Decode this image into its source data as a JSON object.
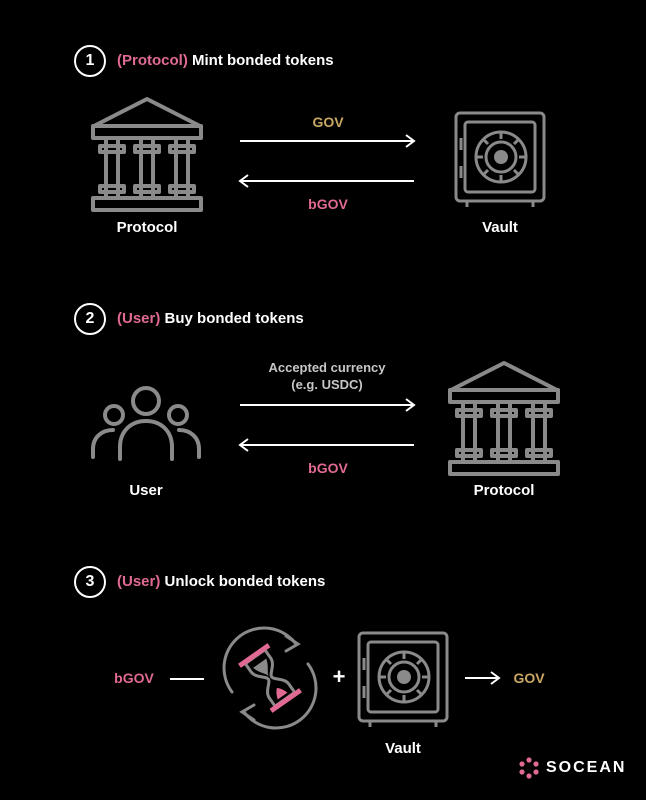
{
  "steps": [
    {
      "number": "1",
      "actor": "(Protocol)",
      "action": " Mint bonded tokens"
    },
    {
      "number": "2",
      "actor": "(User)",
      "action": " Buy bonded tokens"
    },
    {
      "number": "3",
      "actor": "(User)",
      "action": " Unlock bonded tokens"
    }
  ],
  "step1": {
    "left_label": "Protocol",
    "right_label": "Vault",
    "top_token": "GOV",
    "bottom_token": "bGOV"
  },
  "step2": {
    "left_label": "User",
    "right_label": "Protocol",
    "top_note_1": "Accepted currency",
    "top_note_2": "(e.g. USDC)",
    "bottom_token": "bGOV"
  },
  "step3": {
    "input_token": "bGOV",
    "plus": "+",
    "vault_label": "Vault",
    "output_token": "GOV"
  },
  "brand": {
    "name": "SOCEAN"
  },
  "colors": {
    "pink": "#e06a94",
    "gold": "#c9a764",
    "icon_gray": "#8a8a8a",
    "background": "#000000"
  }
}
